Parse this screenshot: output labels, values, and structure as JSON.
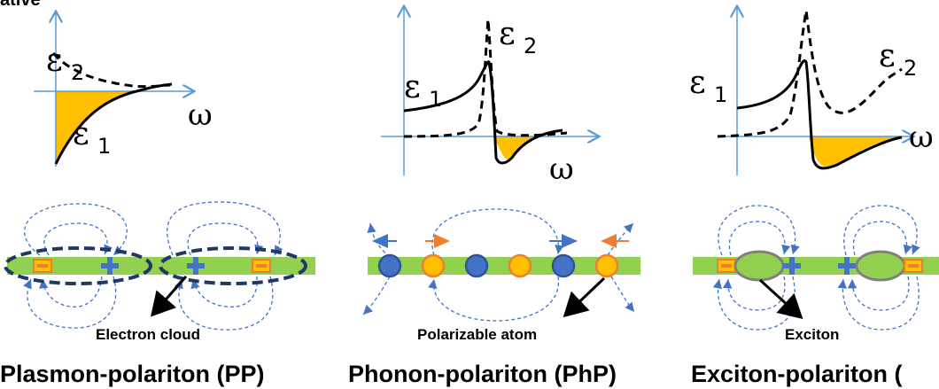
{
  "panels": [
    {
      "eps1": "ε",
      "eps1_sub": "1",
      "eps2": "ε",
      "eps2_sub": "2",
      "omega": "ω",
      "label": "Electron cloud",
      "title": "Plasmon-polariton (PP)"
    },
    {
      "eps1": "ε",
      "eps1_sub": "1",
      "eps2": "ε",
      "eps2_sub": "2",
      "omega": "ω",
      "label": "Polarizable atom",
      "title": "Phonon-polariton (PhP)"
    },
    {
      "eps1": "ε",
      "eps1_sub": "1",
      "eps2": "ε",
      "eps2_sub": "2",
      "omega": "ω",
      "label": "Exciton",
      "title": "Exciton-polariton ("
    }
  ],
  "top_fragment": "ative",
  "colors": {
    "axis": "#5b9bd5",
    "fill_orange": "#ffc000",
    "bar_green": "#92d050",
    "plus_blue": "#4472c4",
    "minus_orange": "#ed7d31",
    "circle_blue": "#4472c4",
    "circle_orange": "#ffc000",
    "ellipse_dark": "#1f3864",
    "field_line": "#4472c4"
  }
}
